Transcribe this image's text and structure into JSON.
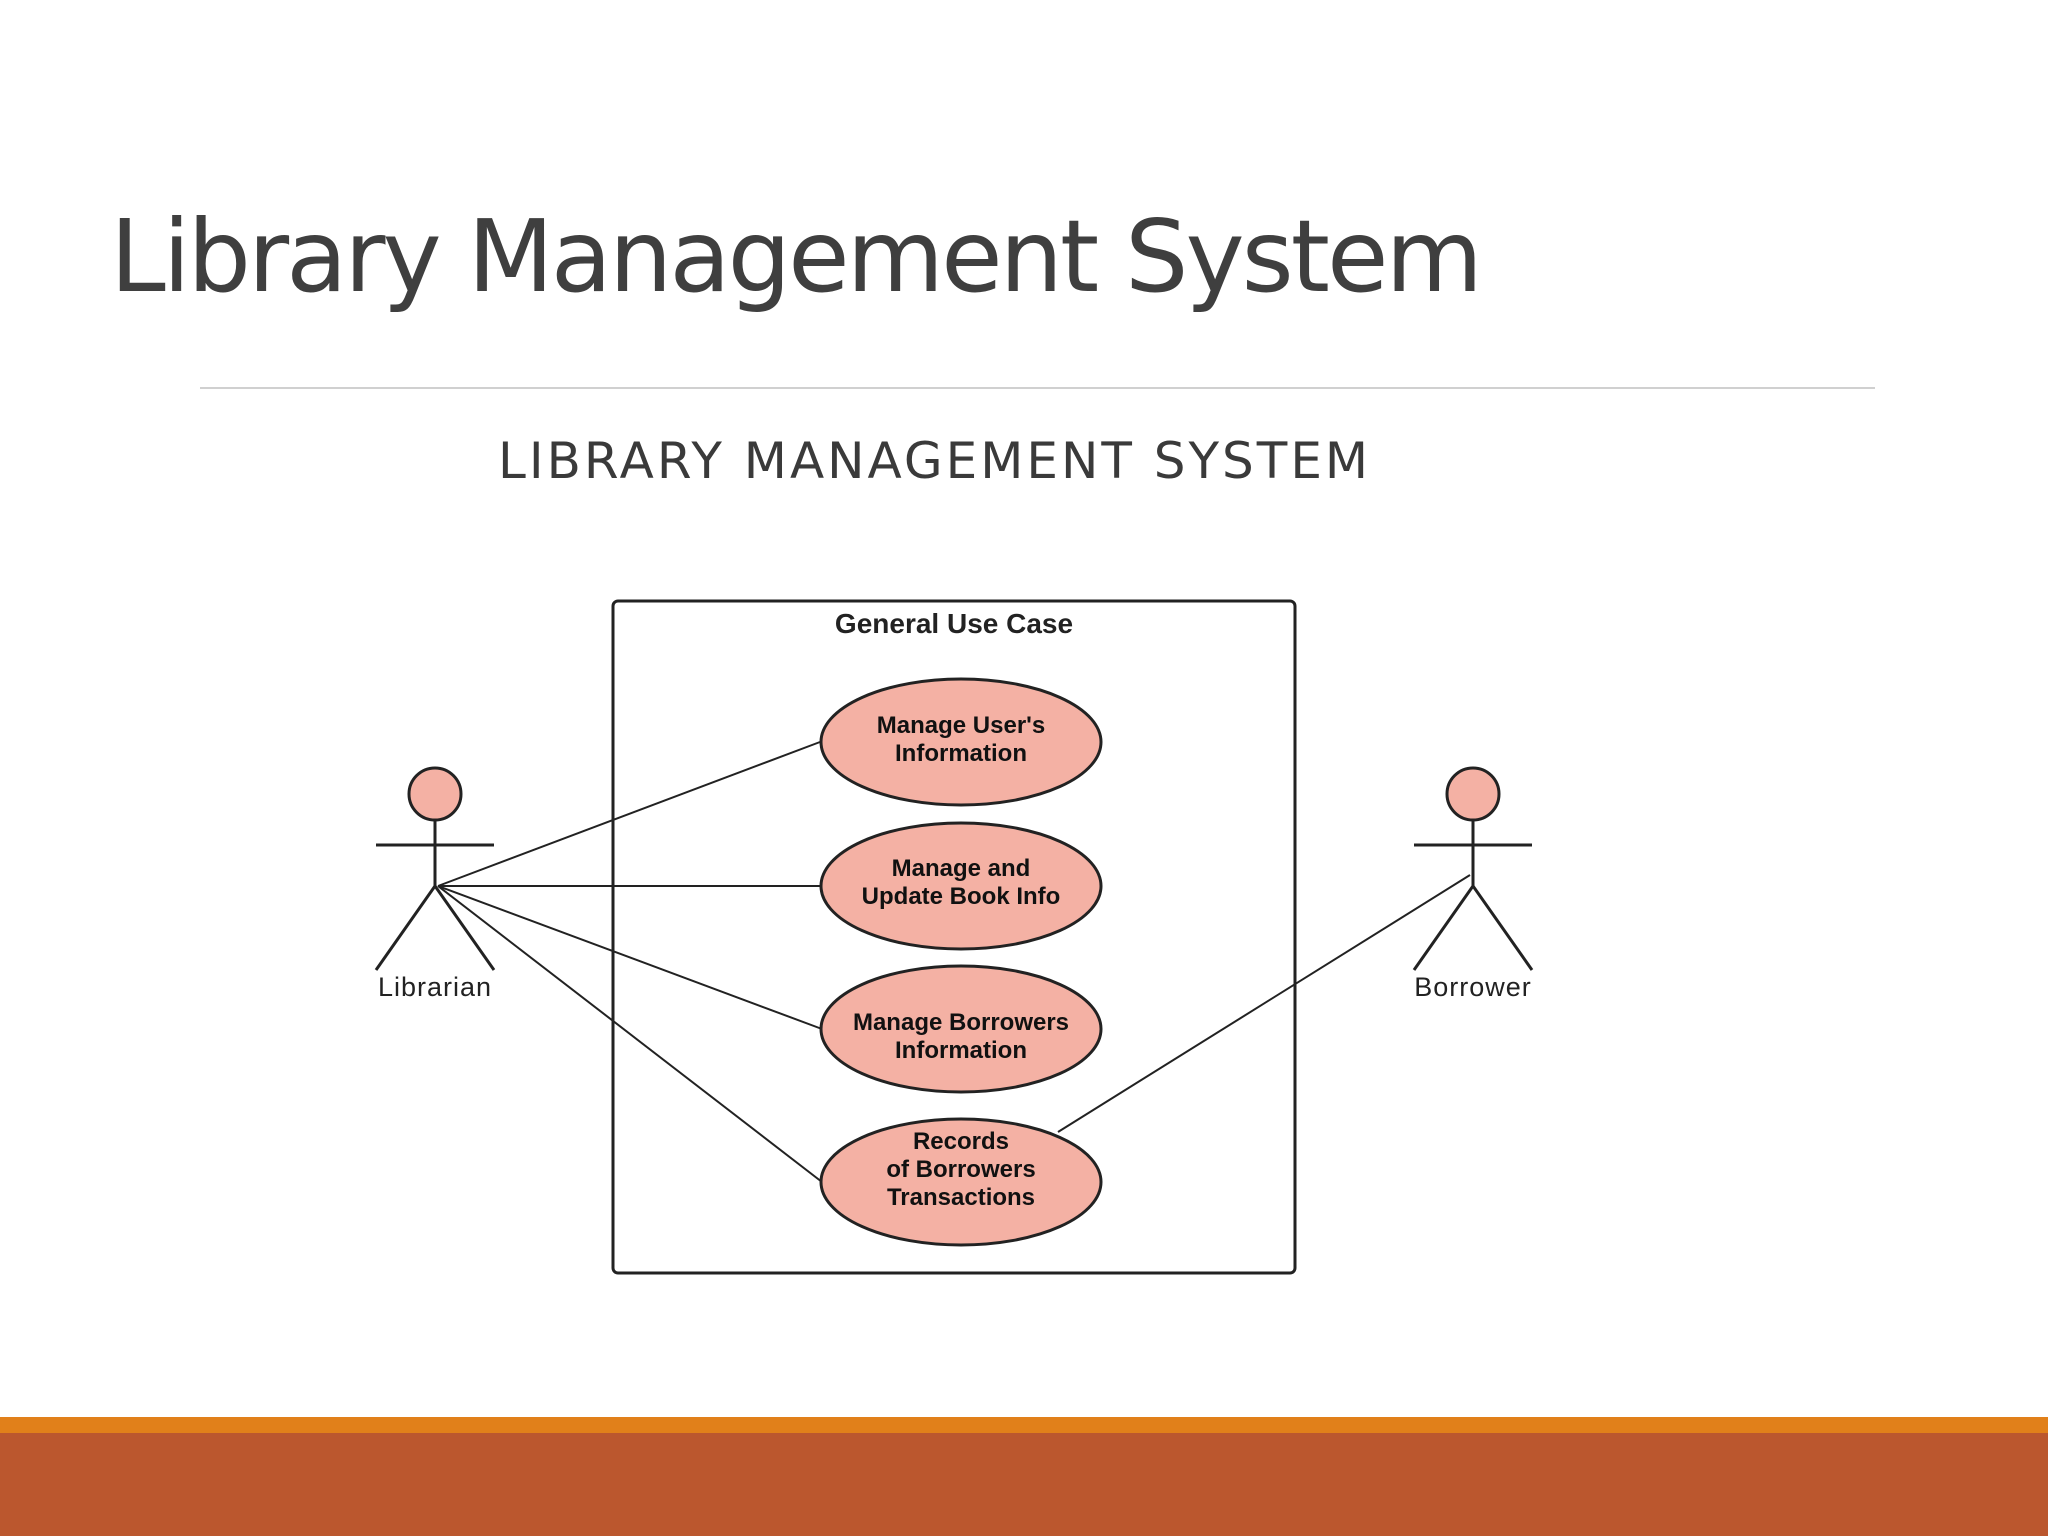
{
  "slide": {
    "title": "Library Management System"
  },
  "diagram": {
    "heading": "LIBRARY MANAGEMENT SYSTEM",
    "boundary_title": "General Use Case",
    "use_cases": [
      {
        "lines": [
          "Manage User's",
          "Information"
        ]
      },
      {
        "lines": [
          "Manage and",
          "Update Book Info"
        ]
      },
      {
        "lines": [
          "Manage Borrowers",
          "Information"
        ]
      },
      {
        "lines": [
          "Records",
          "of Borrowers",
          "Transactions"
        ]
      }
    ],
    "actors": {
      "librarian": "Librarian",
      "borrower": "Borrower"
    },
    "colors": {
      "use_case_fill": "#f4b1a4",
      "actor_head_fill": "#f4b1a4",
      "line": "#222222"
    }
  },
  "footer": {
    "stripe_color": "#e1801a",
    "band_color": "#bb572e"
  }
}
